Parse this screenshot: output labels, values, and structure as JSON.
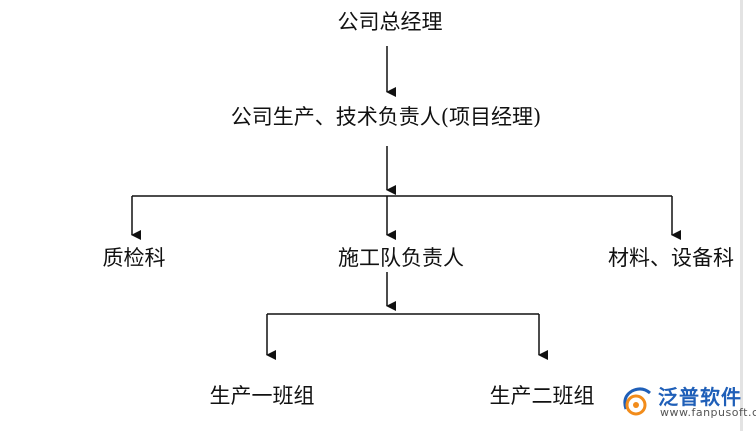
{
  "nodes": {
    "general_manager": "公司总经理",
    "production_tech_head": "公司生产、技术负责人(项目经理)",
    "quality_dept": "质检科",
    "construction_team_head": "施工队负责人",
    "materials_equipment_dept": "材料、设备科",
    "crew_1": "生产一班组",
    "crew_2": "生产二班组"
  },
  "watermark": {
    "brand": "泛普软件",
    "url": "www.fanpusoft.com"
  },
  "colors": {
    "line": "#111111",
    "brand": "#1f5fb8",
    "logo_orange": "#f28c1b"
  }
}
